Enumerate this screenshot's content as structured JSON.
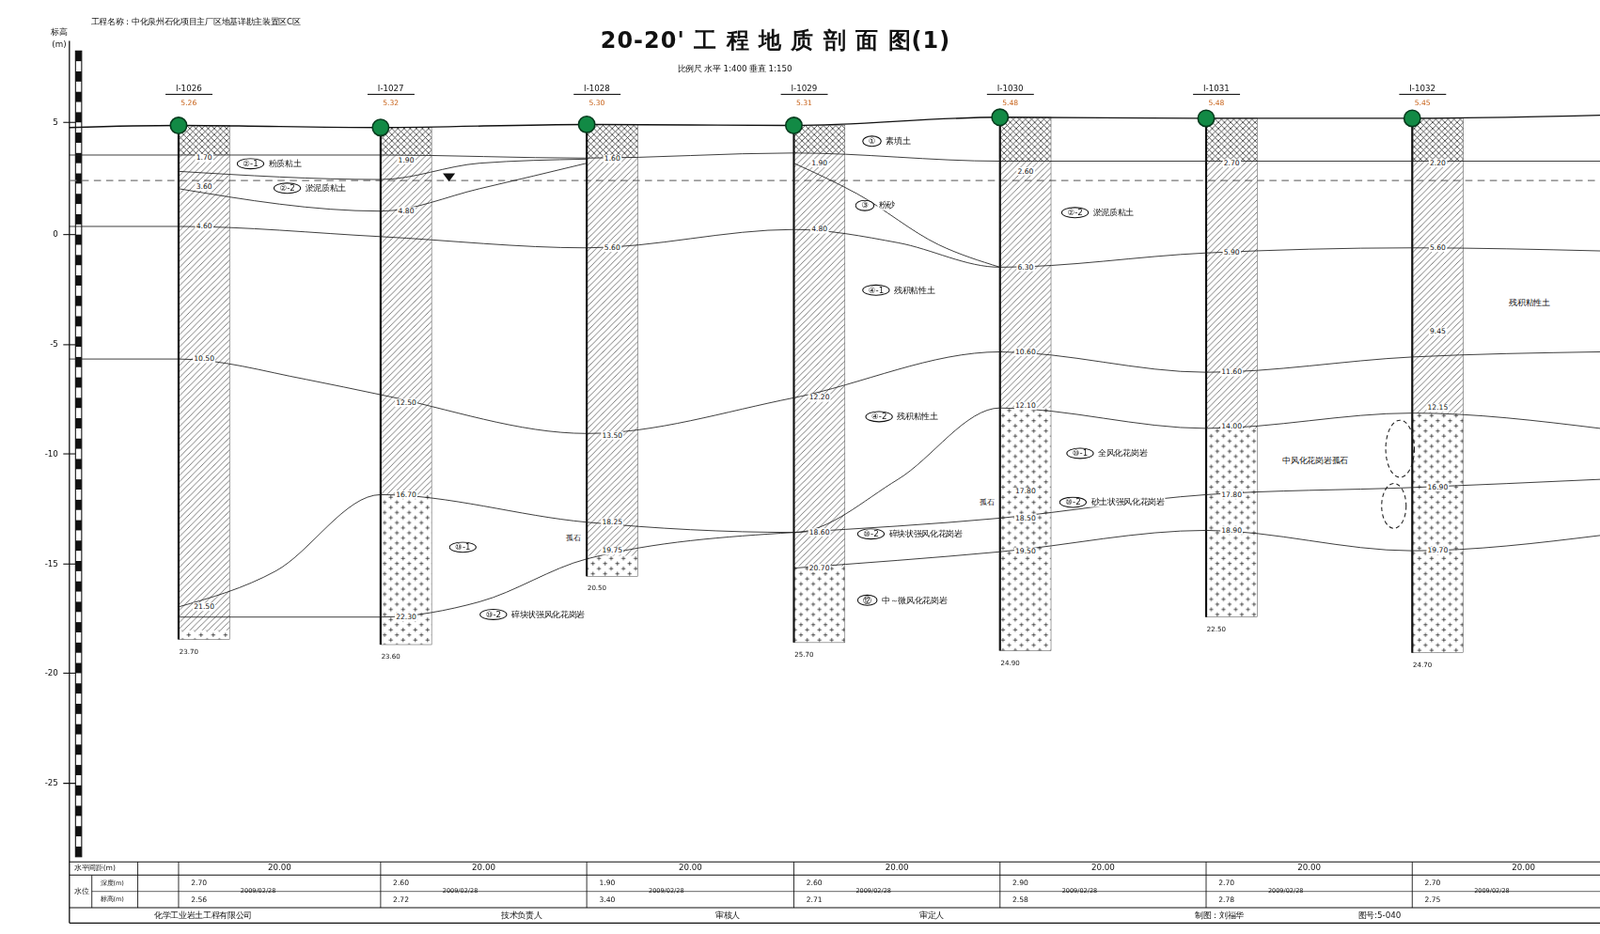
{
  "diagram": {
    "title": "20-20' 工 程 地 质 剖 面 图(1)",
    "nodes": [
      {
        "text": [
          "I-1026",
          "5.26",
          "23.70"
        ]
      },
      {
        "text": [
          "I-1027",
          "5.32",
          "23.60"
        ]
      },
      {
        "text": [
          "I-1028",
          "5.30",
          "20.50"
        ]
      },
      {
        "text": [
          "I-1029",
          "5.31",
          "25.70"
        ]
      },
      {
        "text": [
          "I-1030",
          "5.48",
          "24.90"
        ]
      },
      {
        "text": [
          "I-1031",
          "5.48",
          "22.50"
        ]
      },
      {
        "text": [
          "I-1032",
          "5.45",
          "24.70"
        ]
      },
      {
        "text": [
          "①",
          "素填土"
        ]
      },
      {
        "text": [
          "②-1",
          "粉质粘土"
        ]
      },
      {
        "text": [
          "②-2",
          "淤泥质粘土"
        ]
      },
      {
        "text": [
          "③",
          "粉砂"
        ]
      },
      {
        "text": [
          "②-2",
          "淤泥质粘土"
        ]
      },
      {
        "text": [
          "④-1",
          "残积粘性土"
        ]
      },
      {
        "text": [
          "④-2",
          "残积粘性土"
        ]
      },
      {
        "text": [
          "⑩-1",
          "全风化花岗岩"
        ]
      },
      {
        "text": [
          "⑩-1"
        ]
      },
      {
        "text": [
          "⑩-2",
          "砂土状强风化花岗岩"
        ]
      },
      {
        "text": [
          "⑩-2",
          "碎块状强风化花岗岩"
        ]
      },
      {
        "text": [
          "⑫",
          "中～微风化花岗岩"
        ]
      },
      {
        "text": [
          "⑩-2",
          "碎块状强风化花岗岩"
        ]
      }
    ],
    "labels": [
      "工程名称：中化泉州石化项目主厂区地基详勘主装置区C区",
      "比例尺  水平  1:400    垂直  1:150",
      "标高",
      "(m)",
      "5",
      "0",
      "-5",
      "-10",
      "-15",
      "-20",
      "-25",
      "1.70",
      "3.60",
      "4.60",
      "10.50",
      "21.50",
      "1.90",
      "4.80",
      "12.50",
      "16.70",
      "22.30",
      "1.60",
      "5.60",
      "13.50",
      "18.25",
      "19.75",
      "1.90",
      "4.80",
      "12.20",
      "18.60",
      "20.70",
      "2.60",
      "6.30",
      "10.60",
      "12.10",
      "17.80",
      "18.50",
      "19.50",
      "2.70",
      "5.90",
      "11.60",
      "14.00",
      "17.80",
      "18.90",
      "2.20",
      "5.60",
      "9.45",
      "12.15",
      "16.90",
      "19.70",
      "残积粘性土",
      "中风化花岗岩孤石",
      "孤石",
      "孤石",
      "水平间距(m)",
      "水位",
      "深度(m)",
      "标高(m)",
      "20.00",
      "20.00",
      "20.00",
      "20.00",
      "20.00",
      "20.00",
      "20.00",
      "2.70",
      "2.56",
      "2009/02/28",
      "2.60",
      "2.72",
      "2009/02/28",
      "1.90",
      "3.40",
      "2009/02/28",
      "2.60",
      "2.71",
      "2009/02/28",
      "2.90",
      "2.58",
      "2009/02/28",
      "2.70",
      "2.78",
      "2009/02/28",
      "2.70",
      "2.75",
      "2009/02/28",
      "化学工业岩土工程有限公司",
      "技术负责人",
      "审核人",
      "审定人",
      "制图：刘福华",
      "图号:5-040"
    ]
  }
}
